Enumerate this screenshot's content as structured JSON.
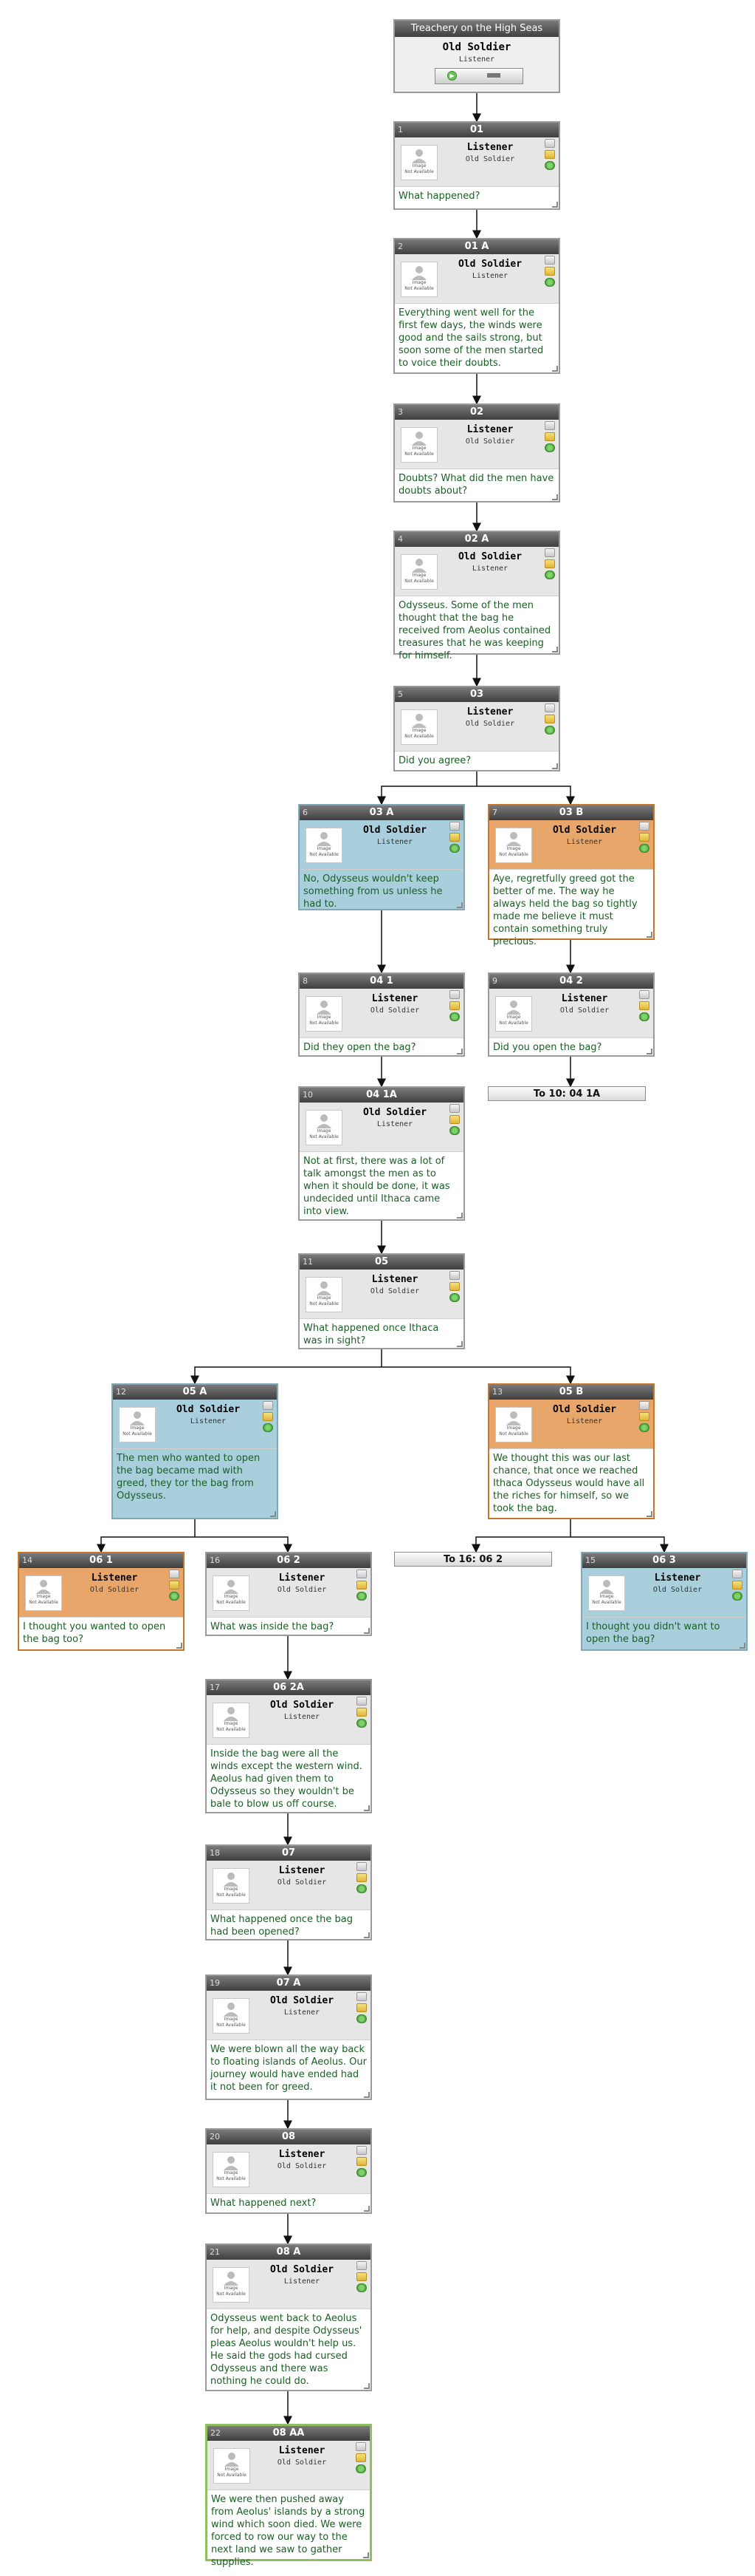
{
  "root": {
    "title": "Treachery on the High Seas",
    "speaker": "Old Soldier",
    "listener": "Listener"
  },
  "nodes": [
    {
      "num": "1",
      "title": "01",
      "speaker": "Listener",
      "listener": "Old Soldier",
      "text": "What happened?"
    },
    {
      "num": "2",
      "title": "01 A",
      "speaker": "Old Soldier",
      "listener": "Listener",
      "text": "Everything went well for the first few days, the winds were good and the sails strong, but soon some of the men started to voice their doubts."
    },
    {
      "num": "3",
      "title": "02",
      "speaker": "Listener",
      "listener": "Old Soldier",
      "text": "Doubts? What did the men have doubts about?"
    },
    {
      "num": "4",
      "title": "02 A",
      "speaker": "Old Soldier",
      "listener": "Listener",
      "text": "Odysseus. Some of the men thought that the bag he received from Aeolus contained treasures that he was keeping for himself."
    },
    {
      "num": "5",
      "title": "03",
      "speaker": "Listener",
      "listener": "Old Soldier",
      "text": "Did you agree?"
    },
    {
      "num": "6",
      "title": "03 A",
      "speaker": "Old Soldier",
      "listener": "Listener",
      "text": "No, Odysseus wouldn't keep something from us unless he had to."
    },
    {
      "num": "7",
      "title": "03 B",
      "speaker": "Old Soldier",
      "listener": "Listener",
      "text": "Aye, regretfully greed got the better of me. The way he always held the bag so tightly made me believe it must contain something truly precious."
    },
    {
      "num": "8",
      "title": "04 1",
      "speaker": "Listener",
      "listener": "Old Soldier",
      "text": "Did they open the bag?"
    },
    {
      "num": "9",
      "title": "04 2",
      "speaker": "Listener",
      "listener": "Old Soldier",
      "text": "Did you open the bag?"
    },
    {
      "num": "10",
      "title": "04 1A",
      "speaker": "Old Soldier",
      "listener": "Listener",
      "text": "Not at first, there was a lot of talk amongst the men as to when it should be done, it was undecided until Ithaca came into view."
    },
    {
      "num": "11",
      "title": "05",
      "speaker": "Listener",
      "listener": "Old Soldier",
      "text": "What happened once Ithaca was in sight?"
    },
    {
      "num": "12",
      "title": "05 A",
      "speaker": "Old Soldier",
      "listener": "Listener",
      "text": "The men who wanted to open the bag became mad with greed, they tor the bag from Odysseus."
    },
    {
      "num": "13",
      "title": "05 B",
      "speaker": "Old Soldier",
      "listener": "Listener",
      "text": "We thought this was our last chance, that once we reached Ithaca Odysseus would have all the riches for himself, so we took the bag."
    },
    {
      "num": "14",
      "title": "06 1",
      "speaker": "Listener",
      "listener": "Old Soldier",
      "text": "I thought  you wanted to open the bag too?"
    },
    {
      "num": "16",
      "title": "06 2",
      "speaker": "Listener",
      "listener": "Old Soldier",
      "text": "What was inside the bag?"
    },
    {
      "num": "15",
      "title": "06 3",
      "speaker": "Listener",
      "listener": "Old Soldier",
      "text": "I thought you didn't want to open the bag?"
    },
    {
      "num": "17",
      "title": "06 2A",
      "speaker": "Old Soldier",
      "listener": "Listener",
      "text": "Inside the bag were all the winds except the western wind. Aeolus had given them to Odysseus so they wouldn't be bale to blow us off course."
    },
    {
      "num": "18",
      "title": "07",
      "speaker": "Listener",
      "listener": "Old Soldier",
      "text": "What happened once the bag had been opened?"
    },
    {
      "num": "19",
      "title": "07 A",
      "speaker": "Old Soldier",
      "listener": "Listener",
      "text": "We were blown all the way back to floating islands of Aeolus. Our journey would have ended had it not been for greed."
    },
    {
      "num": "20",
      "title": "08",
      "speaker": "Listener",
      "listener": "Old Soldier",
      "text": "What happened next?"
    },
    {
      "num": "21",
      "title": "08 A",
      "speaker": "Old Soldier",
      "listener": "Listener",
      "text": "Odysseus went back to Aeolus for help, and despite Odysseus' pleas Aeolus wouldn't help us. He said the gods had cursed Odysseus and there was nothing he could do."
    },
    {
      "num": "22",
      "title": "08 AA",
      "speaker": "Listener",
      "listener": "Old Soldier",
      "text": "We were then pushed away from Aeolus' islands by a strong wind which soon died. We were forced to row our way to the next land we saw to gather supplies."
    }
  ],
  "jumps": [
    {
      "label": "To 10: 04 1A"
    },
    {
      "label": "To 16: 06 2"
    }
  ],
  "avatar": {
    "line1": "Image",
    "line2": "Not Available"
  },
  "colors": {
    "blue": "#a9cfdc",
    "orange": "#e8a66a",
    "green_text": "#1a5f24"
  }
}
